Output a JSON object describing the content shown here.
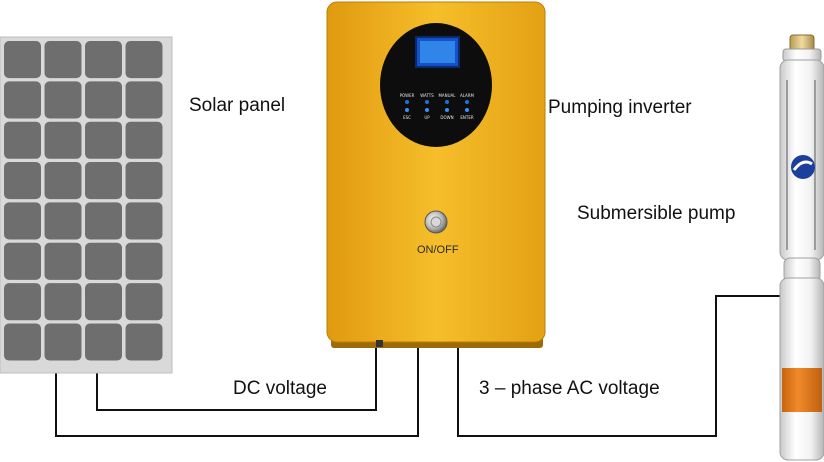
{
  "labels": {
    "solar_panel": "Solar panel",
    "pumping_inverter": "Pumping inverter",
    "submersible_pump": "Submersible pump",
    "dc_voltage": "DC voltage",
    "ac_voltage": "3 – phase AC voltage"
  },
  "inverter": {
    "onoff_label": "ON/OFF",
    "status_labels": [
      "POWER",
      "WATTS",
      "MANUAL",
      "ALARM"
    ],
    "key_labels": [
      "ESC",
      "UP",
      "DOWN",
      "ENTER"
    ]
  },
  "colors": {
    "inverter_body": "#f2b21e",
    "panel_cell": "#6e6e6e",
    "panel_frame": "#d9d9d9",
    "wire": "#111111",
    "pump_band": "#e57b1a",
    "lcd": "#2a7de1"
  }
}
